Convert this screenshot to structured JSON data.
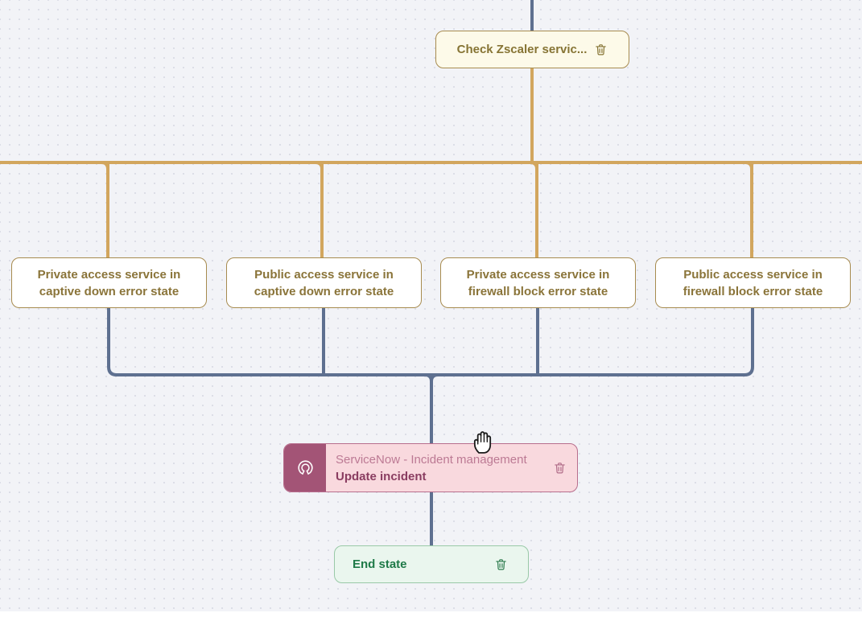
{
  "canvas": {
    "background": "#F2F3F7",
    "dot_color": "#DBDDE6"
  },
  "colors": {
    "gold_line": "#D2A65E",
    "slate_line": "#5E7090",
    "gold_border": "#A78B4F",
    "olive_text": "#867434",
    "cream_fill": "#FDFAE9",
    "sn_border": "#B76E8D",
    "sn_fill": "#F9D9DE",
    "sn_icon_bg": "#A35476",
    "sn_title_color": "#BC7A94",
    "sn_subtitle_color": "#8A3D61",
    "end_fill": "#EAF6EE",
    "end_border": "#99C9A7",
    "end_text": "#1F7A48"
  },
  "nodes": {
    "check": {
      "label": "Check Zscaler servic..."
    },
    "branches": [
      {
        "lines": [
          "Private access service in",
          "captive down error state"
        ]
      },
      {
        "lines": [
          "Public access service in",
          "captive down error state"
        ]
      },
      {
        "lines": [
          "Private access service in",
          "firewall block error state"
        ]
      },
      {
        "lines": [
          "Public access service in",
          "firewall block error state"
        ]
      }
    ],
    "servicenow": {
      "title": "ServiceNow - Incident management",
      "subtitle": "Update incident",
      "icon": "servicenow-ring-icon"
    },
    "end": {
      "label": "End state"
    }
  },
  "icons": {
    "delete": "trash-icon",
    "cursor": "open-hand-cursor"
  }
}
